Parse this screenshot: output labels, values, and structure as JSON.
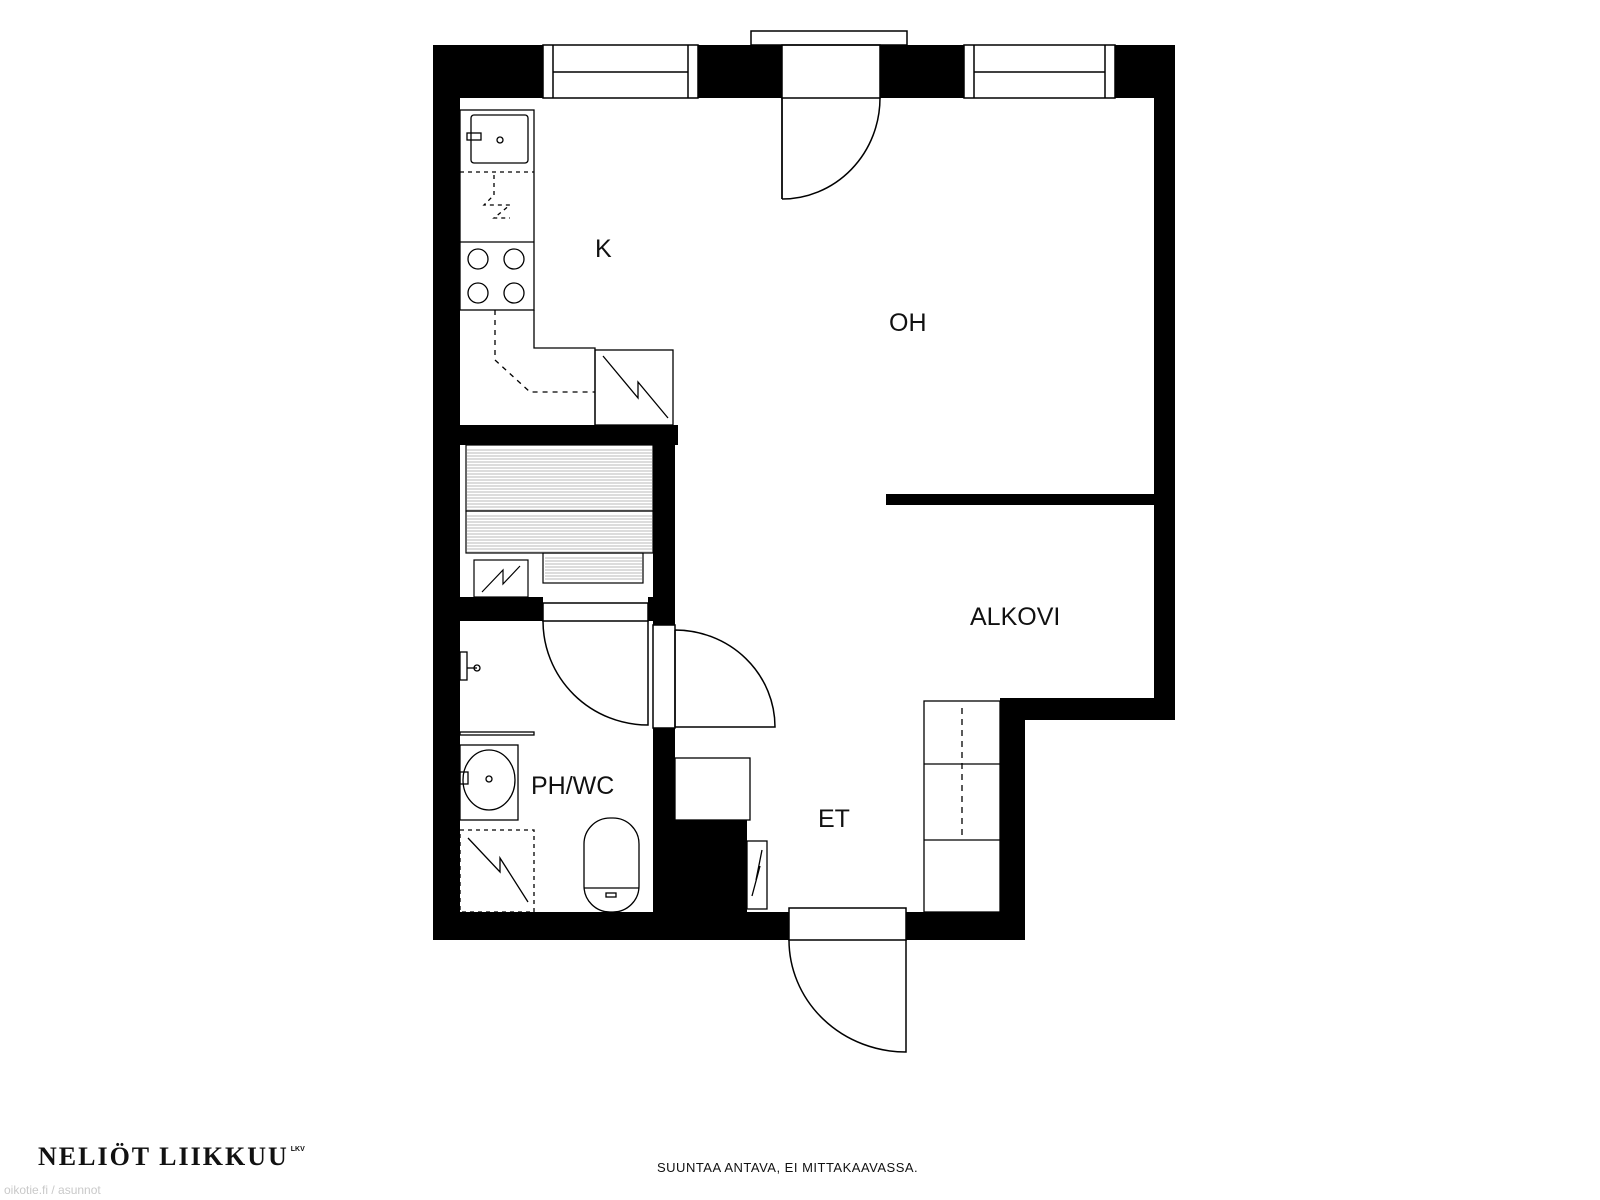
{
  "rooms": {
    "kitchen": "K",
    "living": "OH",
    "alcove": "ALKOVI",
    "bathroom": "PH/WC",
    "hall": "ET"
  },
  "footer": {
    "brand_name": "NELIÖT LIIKKUU",
    "brand_suffix": "LKV",
    "disclaimer": "SUUNTAA ANTAVA, EI MITTAKAAVASSA.",
    "watermark": "oikotie.fi / asunnot"
  },
  "colors": {
    "wall": "#000000",
    "line": "#000000",
    "background": "#ffffff",
    "watermark": "#c9c9c9"
  }
}
